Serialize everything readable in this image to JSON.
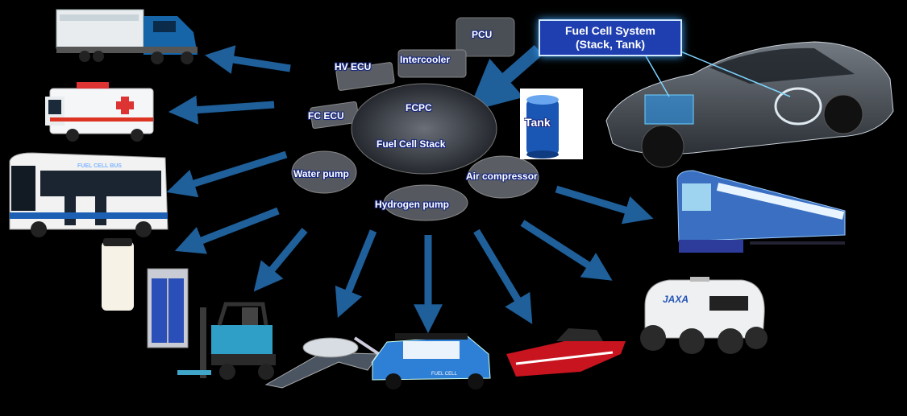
{
  "system_box": {
    "line1": "Fuel Cell System",
    "line2": "(Stack, Tank)"
  },
  "components": {
    "pcu": "PCU",
    "intercooler": "Intercooler",
    "hv_ecu": "HV ECU",
    "fc_ecu": "FC ECU",
    "fcpc": "FCPC",
    "fuel_cell_stack": "Fuel Cell Stack",
    "water_pump": "Water pump",
    "air_compressor": "Air compressor",
    "hydrogen_pump": "Hydrogen pump",
    "tank": "Tank"
  },
  "vehicle_text": {
    "bus_badge": "FUEL CELL BUS",
    "rover_badge": "JAXA",
    "tow_badge": "FUEL CELL"
  },
  "colors": {
    "background": "#000000",
    "arrow": "#1f5f9a",
    "box_fill": "#1f3fb0",
    "box_glow": "#3fa9ff"
  }
}
